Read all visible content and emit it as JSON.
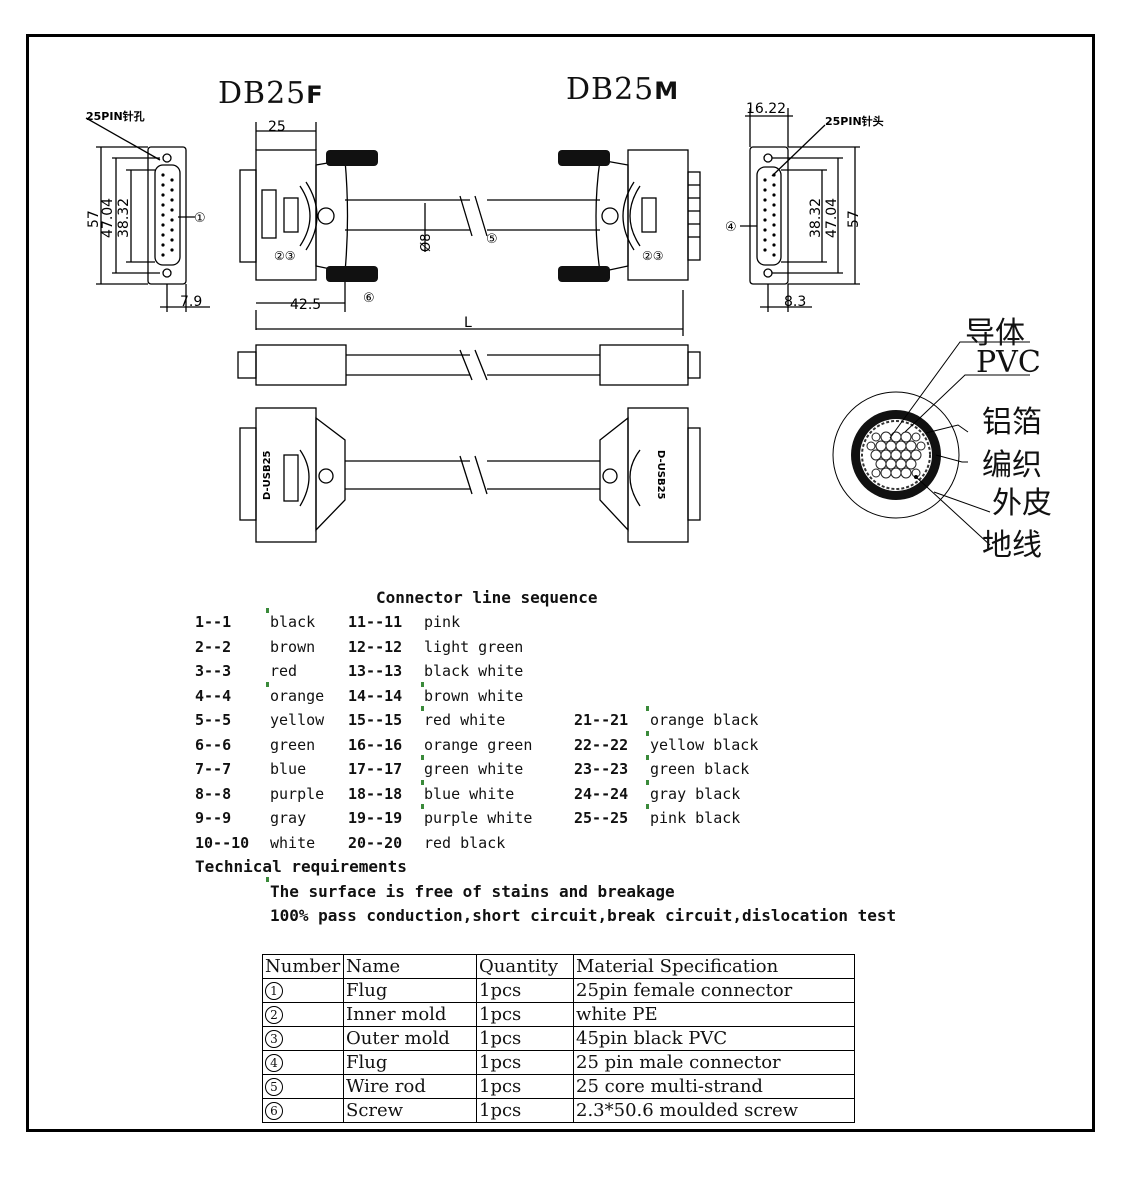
{
  "titles": {
    "female_base": "DB25",
    "female_suffix": "F",
    "male_base": "DB25",
    "male_suffix": "M"
  },
  "dimensions": {
    "pin_female": "25PIN针孔",
    "pin_male": "25PIN针头",
    "d57_left": "57",
    "d4704_left": "47.04",
    "d3832_left": "38.32",
    "d79": "7.9",
    "d25": "25",
    "d425": "42.5",
    "dia8": "Ø8",
    "len_L": "L",
    "d1622": "16.22",
    "d3832_right": "38.32",
    "d4704_right": "47.04",
    "d57_right": "57",
    "d83": "8.3",
    "callouts": [
      "①",
      "②③",
      "⑤",
      "⑥",
      "②③",
      "④"
    ],
    "shell_print_left": "D-USB25",
    "shell_print_right": "D-USB25"
  },
  "cross_section_labels": [
    "导体",
    "PVC",
    "铝箔",
    "编织",
    "外皮",
    "地线"
  ],
  "connector_sequence": {
    "title": "Connector line sequence",
    "col1": [
      {
        "pin": "1--1",
        "color": "black"
      },
      {
        "pin": "2--2",
        "color": "brown"
      },
      {
        "pin": "3--3",
        "color": "red"
      },
      {
        "pin": "4--4",
        "color": "orange"
      },
      {
        "pin": "5--5",
        "color": "yellow"
      },
      {
        "pin": "6--6",
        "color": "green"
      },
      {
        "pin": "7--7",
        "color": "blue"
      },
      {
        "pin": "8--8",
        "color": "purple"
      },
      {
        "pin": "9--9",
        "color": "gray"
      },
      {
        "pin": "10--10",
        "color": "white"
      }
    ],
    "col2": [
      {
        "pin": "11--11",
        "color": "pink"
      },
      {
        "pin": "12--12",
        "color": "light green"
      },
      {
        "pin": "13--13",
        "color": "black  white"
      },
      {
        "pin": "14--14",
        "color": "brown white"
      },
      {
        "pin": "15--15",
        "color": "red white"
      },
      {
        "pin": "16--16",
        "color": "orange green"
      },
      {
        "pin": "17--17",
        "color": "green  white"
      },
      {
        "pin": "18--18",
        "color": "blue  white"
      },
      {
        "pin": "19--19",
        "color": "purple  white"
      },
      {
        "pin": "20--20",
        "color": "red  black"
      }
    ],
    "col3": [
      {
        "pin": "21--21",
        "color": "orange  black"
      },
      {
        "pin": "22--22",
        "color": "yellow  black"
      },
      {
        "pin": "23--23",
        "color": "green black"
      },
      {
        "pin": "24--24",
        "color": "gray  black"
      },
      {
        "pin": "25--25",
        "color": "pink  black"
      }
    ]
  },
  "technical": {
    "heading": "Technical requirements",
    "lines": [
      "The surface is free of stains and breakage",
      "100% pass conduction,short circuit,break circuit,dislocation test"
    ]
  },
  "bom": {
    "headers": [
      "Number",
      "Name",
      "Quantity",
      "Material Specification"
    ],
    "rows": [
      {
        "num": "1",
        "name": "Flug",
        "qty": "1pcs",
        "spec": "25pin female connector"
      },
      {
        "num": "2",
        "name": "Inner mold",
        "qty": "1pcs",
        "spec": "white PE"
      },
      {
        "num": "3",
        "name": "Outer mold",
        "qty": "1pcs",
        "spec": "45pin black PVC"
      },
      {
        "num": "4",
        "name": "Flug",
        "qty": "1pcs",
        "spec": "25 pin male connector"
      },
      {
        "num": "5",
        "name": "Wire rod",
        "qty": "1pcs",
        "spec": "25 core multi-strand"
      },
      {
        "num": "6",
        "name": "Screw",
        "qty": "1pcs",
        "spec": "2.3*50.6 moulded screw"
      }
    ]
  }
}
